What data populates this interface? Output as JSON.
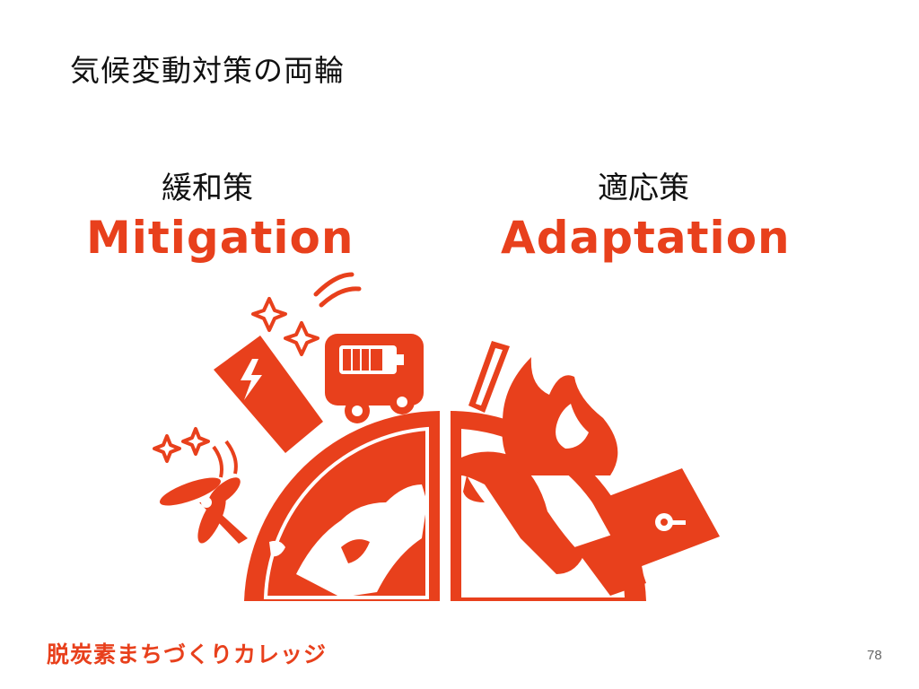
{
  "slide": {
    "title": "気候変動対策の両輪"
  },
  "mitigation": {
    "label_jp": "緩和策",
    "label_en": "Mitigation",
    "icons": [
      "power-plant-icon",
      "electric-car-icon",
      "wind-turbine-icon",
      "sparkle-icon",
      "earth-icon"
    ]
  },
  "adaptation": {
    "label_jp": "適応策",
    "label_en": "Adaptation",
    "icons": [
      "fire-icon",
      "thermometer-icon",
      "water-gate-icon",
      "earth-icon"
    ]
  },
  "footer": {
    "logo_text": "脱炭素まちづくりカレッジ",
    "page_number": "78"
  },
  "colors": {
    "accent": "#e8401c",
    "text": "#111111",
    "page_number": "#666666"
  }
}
